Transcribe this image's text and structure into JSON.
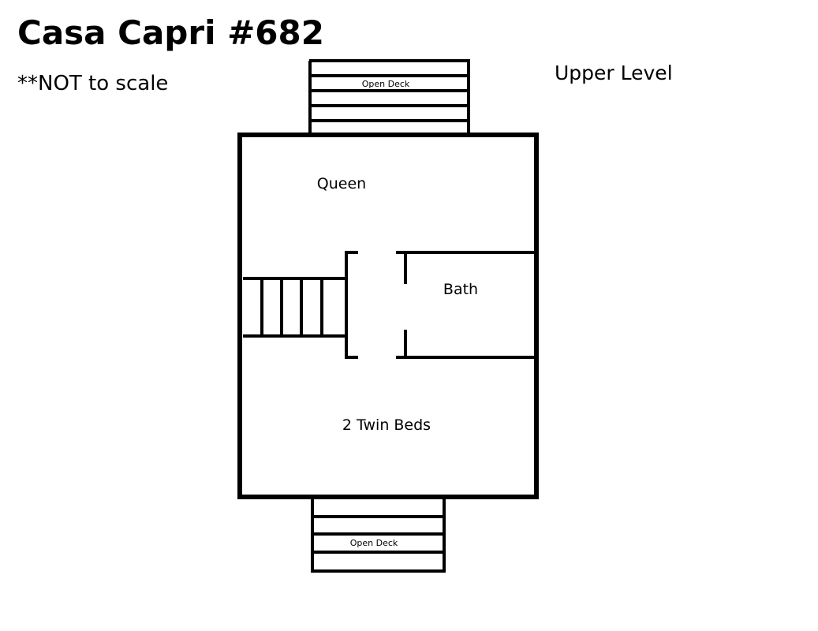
{
  "title": "Casa Capri #682",
  "note": "**NOT to scale",
  "level": "Upper Level",
  "rooms": {
    "queen": "Queen",
    "bath": "Bath",
    "twin": "2 Twin Beds"
  },
  "decks": {
    "top": "Open Deck",
    "bottom": "Open Deck"
  },
  "colors": {
    "line": "#000000",
    "background": "#ffffff"
  }
}
